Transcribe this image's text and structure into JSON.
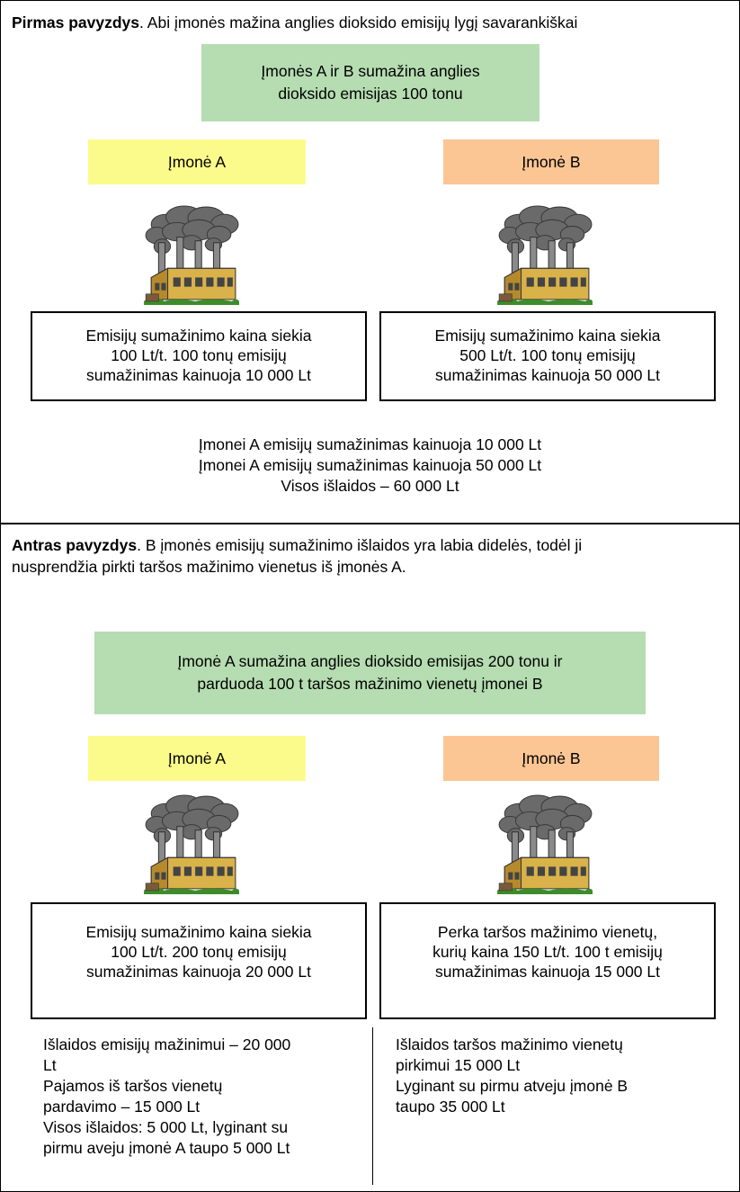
{
  "example1": {
    "heading_bold": "Pirmas pavyzdys",
    "heading_rest": ". Abi įmonės mažina anglies dioksido emisijų lygį savarankiškai",
    "green_lines": [
      "Įmonės A ir B sumažina anglies",
      "dioksido emisijas 100 tonu"
    ],
    "company_a_label": "Įmonė A",
    "company_b_label": "Įmonė B",
    "box_a_lines": [
      "Emisijų sumažinimo kaina siekia",
      "100 Lt/t. 100 tonų emisijų",
      "sumažinimas kainuoja 10 000 Lt"
    ],
    "box_b_lines": [
      "Emisijų sumažinimo kaina siekia",
      "500 Lt/t. 100 tonų emisijų",
      "sumažinimas kainuoja 50 000 Lt"
    ],
    "summary_lines": [
      "Įmonei A emisijų sumažinimas kainuoja 10 000 Lt",
      "Įmonei A emisijų sumažinimas kainuoja 50 000 Lt",
      "Visos išlaidos – 60 000 Lt"
    ]
  },
  "example2": {
    "heading_bold": "Antras pavyzdys",
    "heading_rest_lines": [
      ". B įmonės emisijų sumažinimo išlaidos yra labia didelės, todėl ji",
      "nusprendžia pirkti taršos mažinimo vienetus iš įmonės A."
    ],
    "green_lines": [
      "Įmonė A sumažina anglies dioksido emisijas 200 tonu ir",
      "parduoda 100 t taršos mažinimo vienetų įmonei B"
    ],
    "company_a_label": "Įmonė A",
    "company_b_label": "Įmonė B",
    "box_a_lines": [
      "Emisijų sumažinimo kaina siekia",
      "100 Lt/t. 200 tonų emisijų",
      "sumažinimas kainuoja 20 000 Lt"
    ],
    "box_b_lines": [
      "Perka taršos mažinimo vienetų,",
      "kurių kaina 150 Lt/t. 100 t emisijų",
      "sumažinimas kainuoja 15 000 Lt"
    ],
    "left_notes": [
      "Išlaidos emisijų mažinimui – 20 000",
      "Lt",
      "Pajamos iš taršos vienetų",
      "pardavimo – 15 000 Lt",
      "Visos išlaidos: 5 000 Lt, lyginant su",
      "pirmu aveju įmonė A taupo 5 000 Lt"
    ],
    "right_notes": [
      "Išlaidos taršos mažinimo vienetų",
      "pirkimui 15 000 Lt",
      "Lyginant su pirmu atveju įmonė B",
      "taupo 35 000 Lt"
    ]
  },
  "icons": [
    "factory-icon"
  ],
  "colors": {
    "green": "#b6ddb1",
    "yellow": "#fbfb8c",
    "orange": "#fbc594"
  }
}
